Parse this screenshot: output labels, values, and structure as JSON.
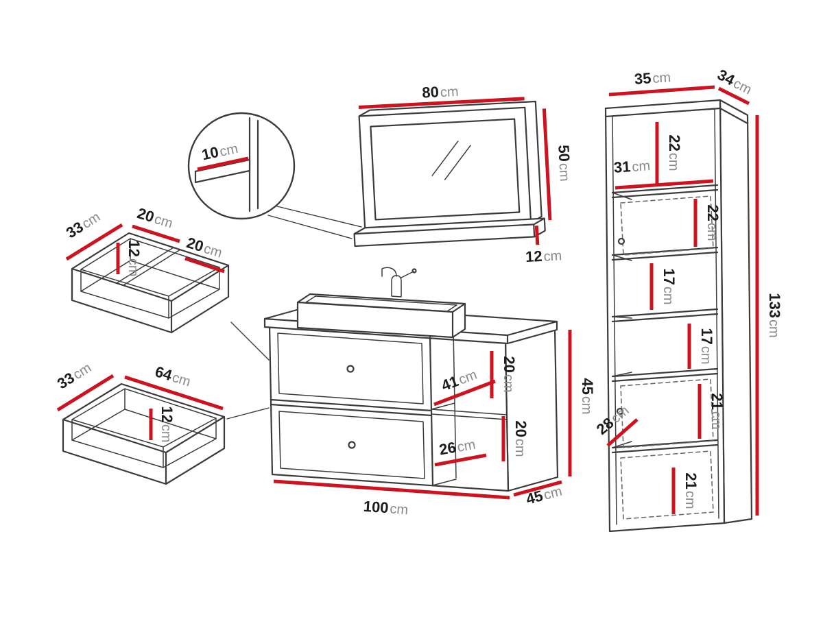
{
  "diagram": {
    "unit": "cm",
    "colors": {
      "outline": "#3b3b3b",
      "dimension_line": "#cc1420",
      "number_text": "#1c1c1c",
      "unit_text": "#8a8a8a",
      "background": "#ffffff"
    },
    "mirror": {
      "width": "80",
      "height": "50",
      "shelf_height": "12"
    },
    "detail": {
      "shelf_depth": "10"
    },
    "organizer": {
      "depth": "33",
      "left_width": "20",
      "height": "12",
      "right_width": "20"
    },
    "drawer": {
      "depth": "33",
      "width": "64",
      "height": "12"
    },
    "vanity": {
      "width": "100",
      "depth": "45",
      "height": "45",
      "niche_width": "41",
      "niche_top_height": "20",
      "niche_bottom_height": "20",
      "niche_bottom_width": "26"
    },
    "column": {
      "width": "35",
      "depth": "34",
      "height": "133",
      "s1_height": "22",
      "inner_width": "31",
      "s2_height": "22",
      "s3_height": "17",
      "s4_height": "17",
      "s5_height": "21",
      "inner_depth": "28",
      "s6_height": "21"
    }
  }
}
